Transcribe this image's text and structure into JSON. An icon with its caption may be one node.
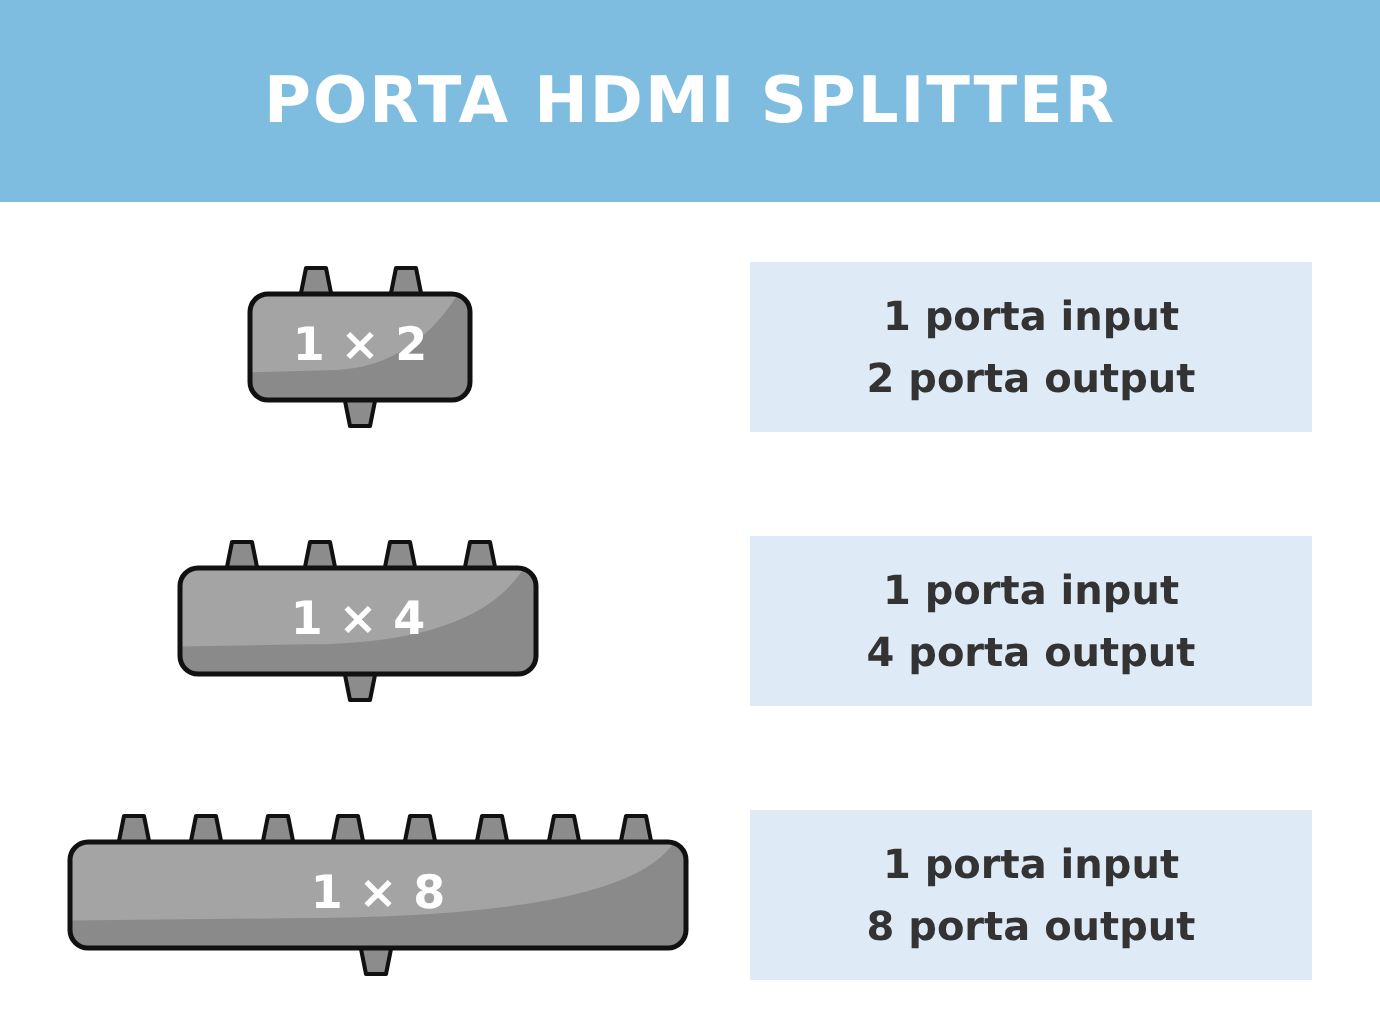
{
  "diagram": {
    "title": "PORTA HDMI SPLITTER",
    "nodes": [
      {
        "text": [
          "1 × 2"
        ]
      },
      {
        "text": [
          "1 porta input",
          "2 porta output"
        ]
      },
      {
        "text": [
          "1 × 4"
        ]
      },
      {
        "text": [
          "1 porta input",
          "4 porta output"
        ]
      },
      {
        "text": [
          "1 × 8"
        ]
      },
      {
        "text": [
          "1 porta input",
          "8 porta output"
        ]
      }
    ],
    "edges": []
  }
}
